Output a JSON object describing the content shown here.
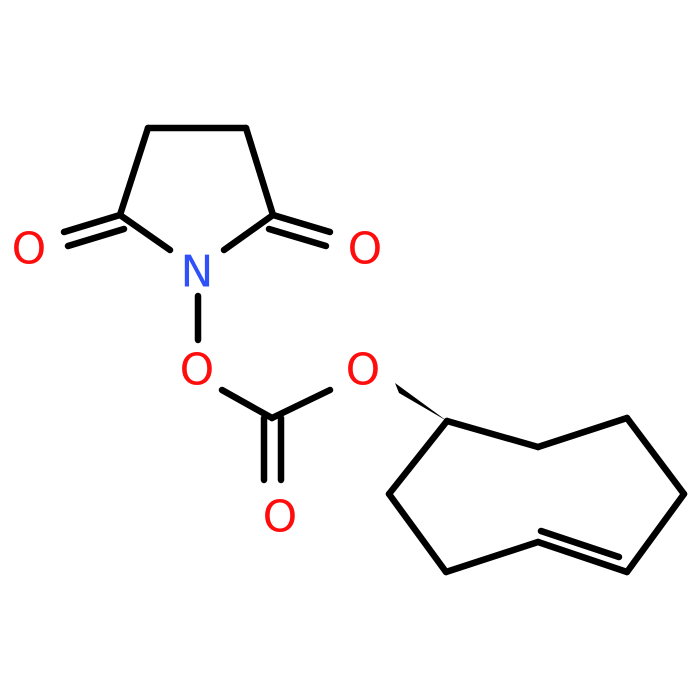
{
  "molecule": {
    "atoms": {
      "o_left_carbonyl": {
        "symbol": "O",
        "color": "#ff0d0d"
      },
      "o_right_carbonyl": {
        "symbol": "O",
        "color": "#ff0d0d"
      },
      "n_imide": {
        "symbol": "N",
        "color": "#3050f8"
      },
      "o_n_linker": {
        "symbol": "O",
        "color": "#ff0d0d"
      },
      "o_ester": {
        "symbol": "O",
        "color": "#ff0d0d"
      },
      "o_carbonate_carbonyl": {
        "symbol": "O",
        "color": "#ff0d0d"
      }
    },
    "bond_color": "#000000",
    "stereo_wedge_color": "#000000"
  }
}
